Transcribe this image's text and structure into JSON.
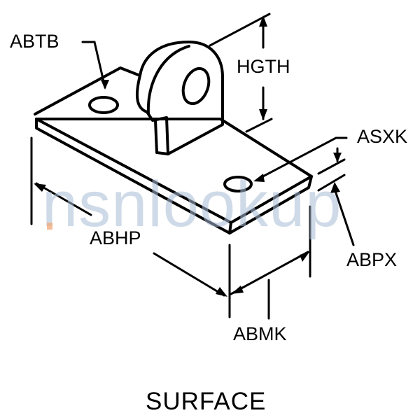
{
  "diagram": {
    "title": "SURFACE",
    "subject": "mounting plate with lug",
    "labels": {
      "abtb": "ABTB",
      "hgth": "HGTH",
      "asxk": "ASXK",
      "abhp": "ABHP",
      "abpx": "ABPX",
      "abmk": "ABMK"
    },
    "watermark": {
      "text": "nsnlookup",
      "color": "#a9bcd6",
      "dot_color": "#f0a878"
    },
    "colors": {
      "line": "#000000",
      "background": "#ffffff"
    }
  }
}
